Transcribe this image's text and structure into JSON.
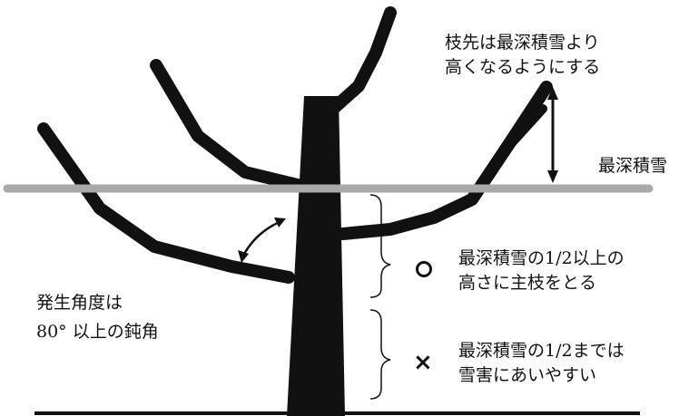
{
  "labels": {
    "tip_note": [
      "枝先は最深積雪より",
      "高くなるようにする"
    ],
    "deepest_snow": "最深積雪",
    "angle_note": [
      "発生角度は",
      "80°  以上の鈍角"
    ],
    "good_note": [
      "最深積雪の1/2以上の",
      "高さに主枝をとる"
    ],
    "bad_note": [
      "最深積雪の1/2までは",
      "雪害にあいやすい"
    ]
  },
  "marks": {
    "good_symbol": "circle",
    "bad_symbol": "×"
  },
  "colors": {
    "tree": "#111111",
    "snow_line": "#a9a9a9",
    "text": "#111111"
  }
}
